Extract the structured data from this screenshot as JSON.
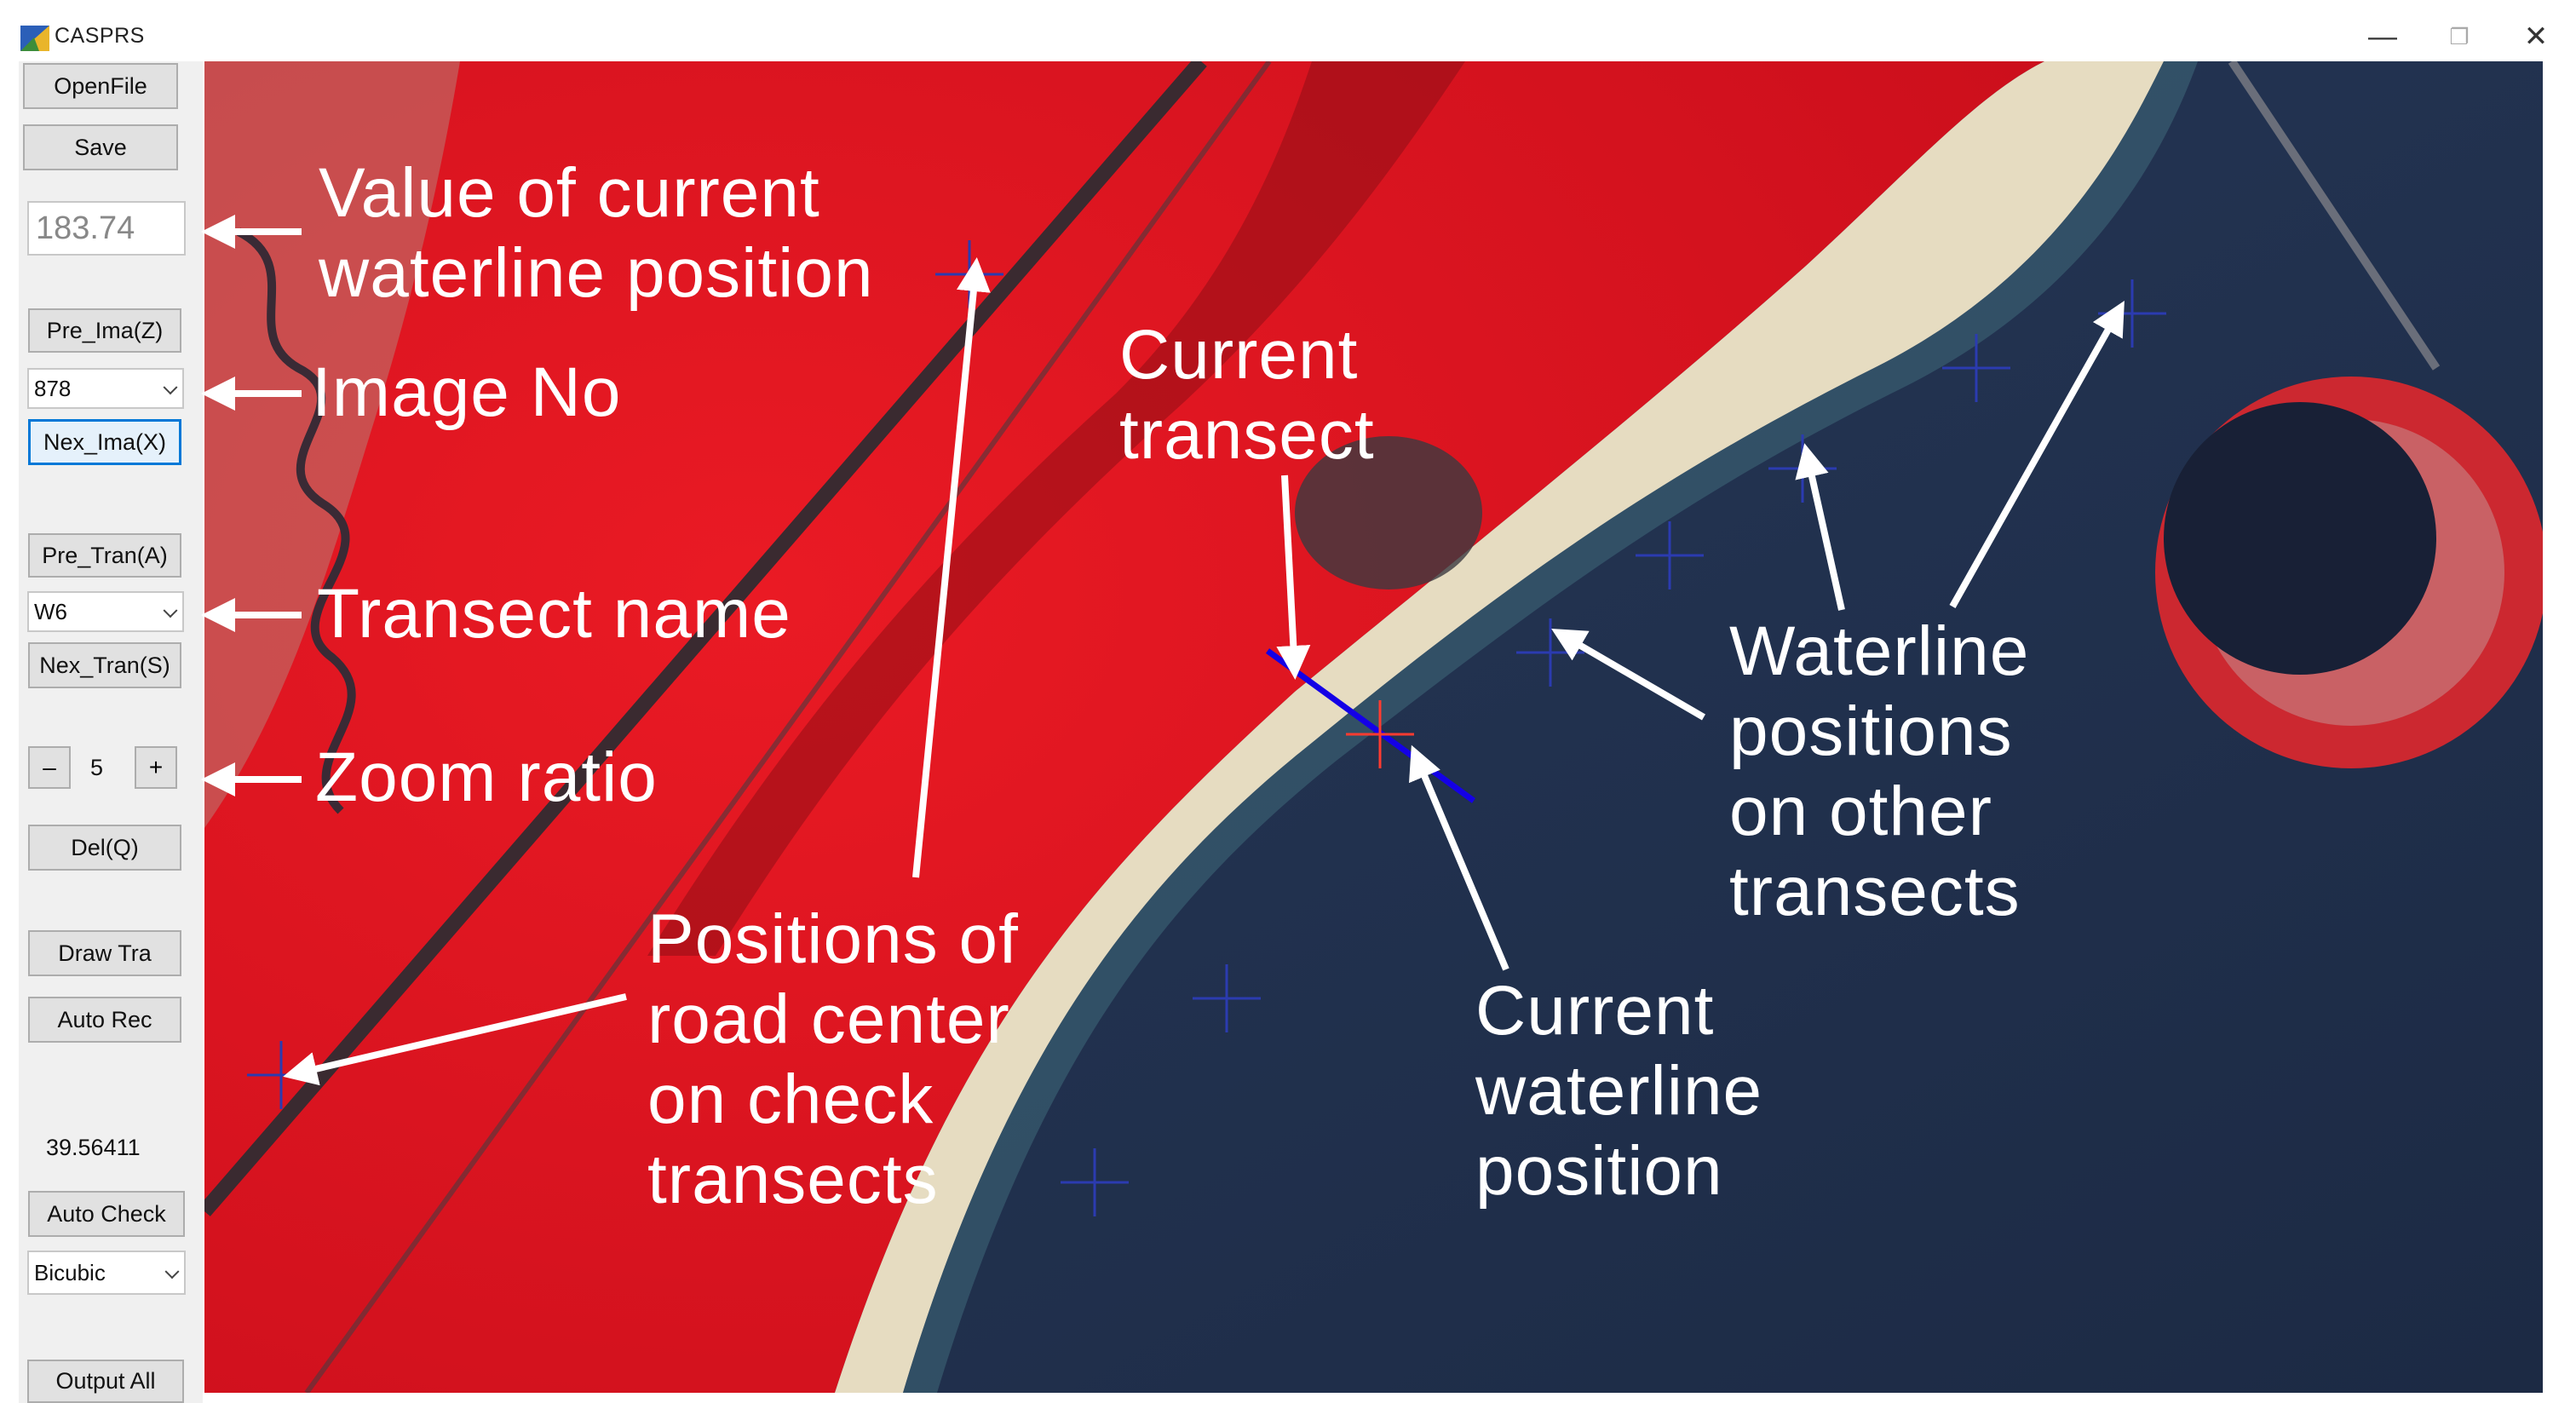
{
  "window": {
    "title": "CASPRS",
    "minimize": "—",
    "restore": "❐",
    "close": "✕"
  },
  "toolbar": {
    "open_file": "OpenFile",
    "save": "Save",
    "waterline_value": "183.74",
    "pre_image": "Pre_Ima(Z)",
    "image_no": "878",
    "next_image": "Nex_Ima(X)",
    "pre_transect": "Pre_Tran(A)",
    "transect_name": "W6",
    "next_transect": "Nex_Tran(S)",
    "zoom_minus": "–",
    "zoom_value": "5",
    "zoom_plus": "+",
    "delete": "Del(Q)",
    "draw_transect": "Draw Tra",
    "auto_rec": "Auto Rec",
    "check_value": "39.56411",
    "auto_check": "Auto Check",
    "interpolation": "Bicubic",
    "output_all": "Output All"
  },
  "annotations": {
    "value_label": "Value of current\nwaterline position",
    "image_no_label": "Image No",
    "transect_name_label": "Transect name",
    "zoom_ratio_label": "Zoom ratio",
    "road_center_label": "Positions of\nroad center\non check\ntransects",
    "current_transect_label": "Current\ntransect",
    "current_waterline_label": "Current\nwaterline\nposition",
    "other_waterlines_label": "Waterline\npositions\non other\ntransects"
  },
  "colors": {
    "vegetation": "#e0141e",
    "water": "#1f2f4b",
    "sand": "#e6dcc1",
    "transect_line": "#1400e6",
    "marker": "#2b3bb0",
    "current_marker": "#ff3b30",
    "annotation": "#ffffff"
  }
}
